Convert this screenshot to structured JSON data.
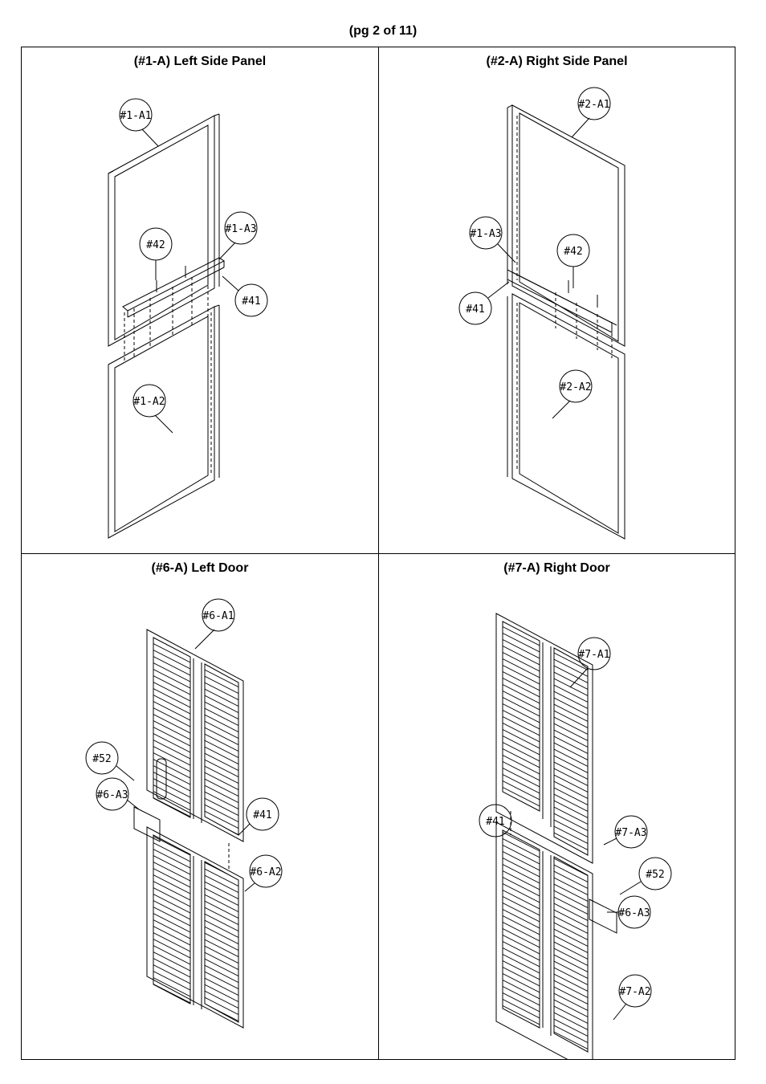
{
  "page_header": "(pg 2 of 11)",
  "panels": [
    {
      "title": "(#1-A) Left Side Panel",
      "callouts": [
        "#1-A1",
        "#42",
        "#1-A3",
        "#41",
        "#1-A2"
      ]
    },
    {
      "title": "(#2-A) Right Side Panel",
      "callouts": [
        "#2-A1",
        "#1-A3",
        "#42",
        "#41",
        "#2-A2"
      ]
    },
    {
      "title": "(#6-A) Left Door",
      "callouts": [
        "#6-A1",
        "#52",
        "#6-A3",
        "#41",
        "#6-A2"
      ]
    },
    {
      "title": "(#7-A) Right Door",
      "callouts": [
        "#7-A1",
        "#41",
        "#7-A3",
        "#52",
        "#6-A3",
        "#7-A2"
      ]
    }
  ]
}
